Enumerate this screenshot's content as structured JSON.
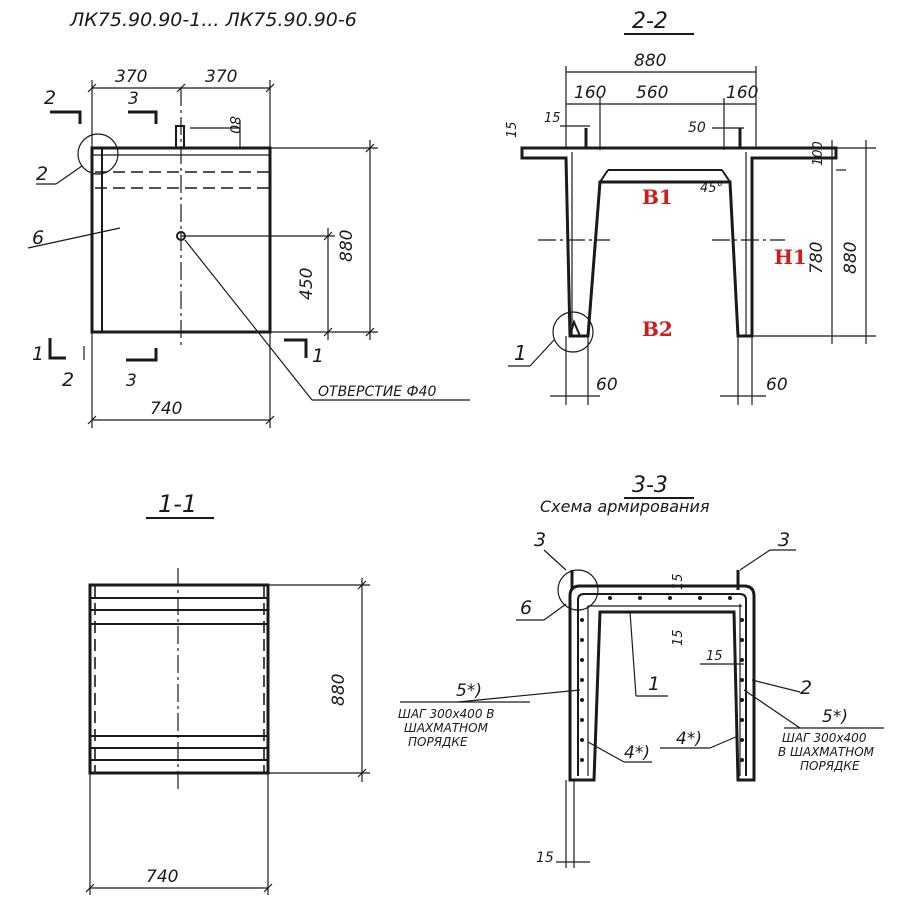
{
  "title": "ЛК75.90.90-1... ЛК75.90.90-6",
  "views": {
    "front": {
      "section_label_2": "2",
      "section_label_3": "3",
      "section_label_1": "1",
      "dims": {
        "top_left": "370",
        "top_right": "370",
        "small": "80",
        "height": "880",
        "mid": "450",
        "bottom": "740"
      },
      "callout_2": "2",
      "callout_6": "6",
      "hole_label": "ОТВЕРСТИЕ Ф40"
    },
    "section_2_2": {
      "title": "2-2",
      "dims": {
        "overall_width": "880",
        "left": "160",
        "middle": "560",
        "right": "160",
        "d15a": "15",
        "d15b": "15",
        "d50": "50",
        "d100": "100",
        "d780": "780",
        "d880": "880",
        "angle": "45°",
        "bottom_left": "60",
        "bottom_right": "60"
      },
      "callout_1": "1",
      "labels": {
        "b1": "B1",
        "b2": "B2",
        "h1": "H1"
      }
    },
    "section_1_1": {
      "title": "1-1",
      "dims": {
        "height": "880",
        "width": "740"
      }
    },
    "section_3_3": {
      "title": "3-3",
      "subtitle": "Схема армирования",
      "callouts": {
        "c3_left": "3",
        "c3_right": "3",
        "c6": "6",
        "c1": "1",
        "c2": "2",
        "c4_left": "4*)",
        "c4_right": "4*)",
        "c5_left": "5*)",
        "c5_right": "5*)"
      },
      "dims": {
        "d15_top": "15",
        "d15_mid": "15",
        "d15_right": "15",
        "d15_bottom": "15"
      },
      "note_left": [
        "ШАГ 300х400 В",
        "ШАХМАТНОМ",
        "ПОРЯДКЕ"
      ],
      "note_right": [
        "ШАГ 300х400",
        "В ШАХМАТНОМ",
        "ПОРЯДКЕ"
      ]
    }
  }
}
